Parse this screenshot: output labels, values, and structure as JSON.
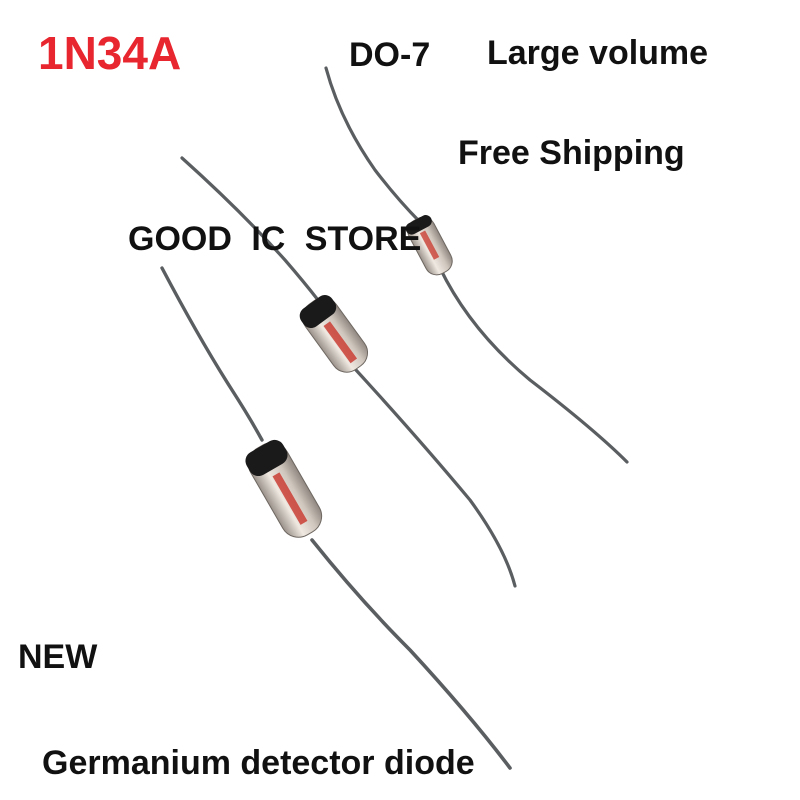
{
  "labels": {
    "part_number": "1N34A",
    "package": "DO-7",
    "volume": "Large volume",
    "shipping": "Free Shipping",
    "store": "GOOD  IC   STORE",
    "condition": "NEW",
    "description": "Germanium detector diode"
  },
  "colors": {
    "accent": "#e8262f",
    "text": "#111111",
    "lead": "#5b5e61",
    "diode_band": "#1a1a1a",
    "diode_glass": "#d8d0c8",
    "diode_red": "#c8352a"
  }
}
